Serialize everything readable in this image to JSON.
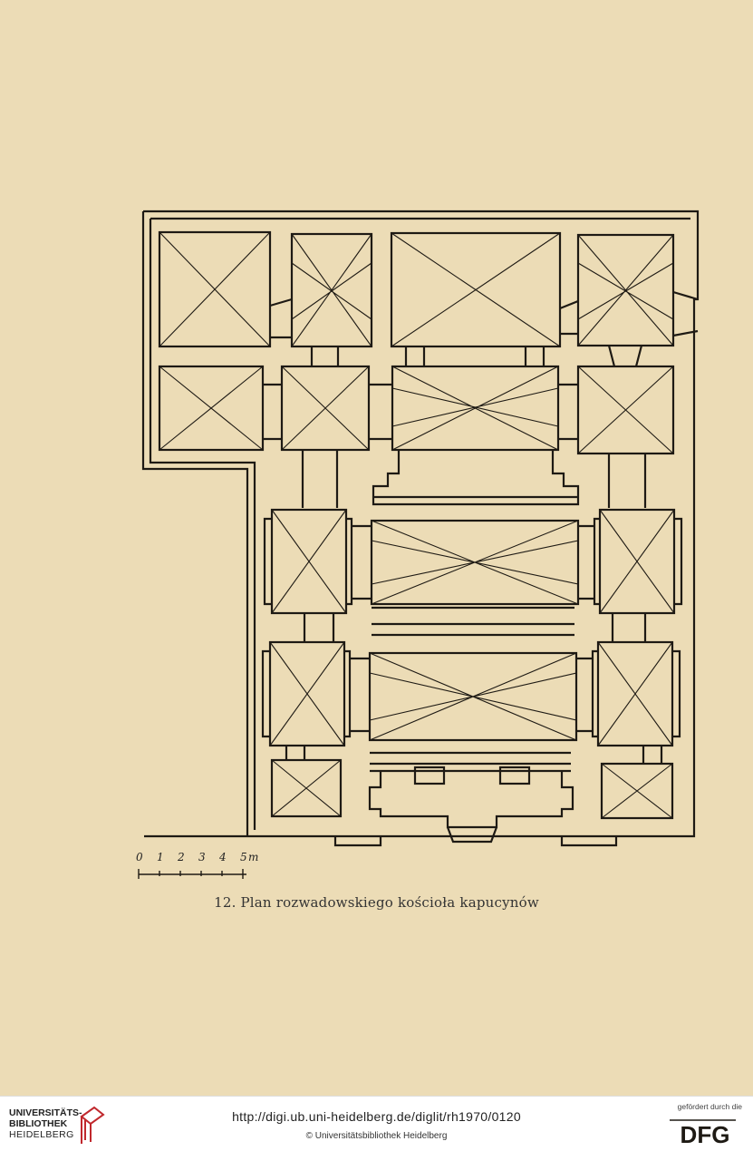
{
  "plate": {
    "caption": "12. Plan rozwadowskiego kościoła kapucynów",
    "scale_bar": {
      "numbers": [
        "0",
        "1",
        "2",
        "3",
        "4",
        "5"
      ],
      "unit": "m"
    }
  },
  "footer": {
    "library_lines": [
      "UNIVERSITÄTS-",
      "BIBLIOTHEK",
      "HEIDELBERG"
    ],
    "url": "http://digi.ub.uni-heidelberg.de/diglit/rh1970/0120",
    "copyright": "© Universitätsbibliothek Heidelberg",
    "funded_label": "gefördert durch die",
    "funder": "DFG"
  },
  "colors": {
    "paper": "#ecdcb6",
    "ink": "#1e1a14",
    "library_red": "#c0282d"
  }
}
